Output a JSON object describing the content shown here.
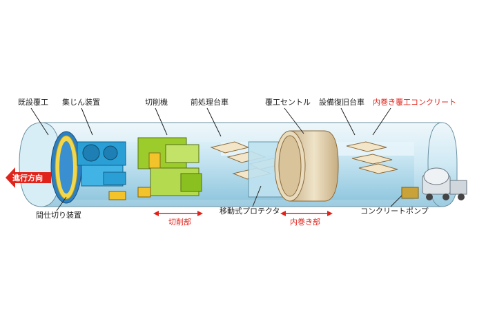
{
  "labels": {
    "existing_lining": "既設覆工",
    "dust_collector": "集じん装置",
    "cutter": "切削機",
    "pretreatment_cart": "前処理台車",
    "lining_centre": "覆工セントル",
    "equipment_restore_cart": "設備復旧台車",
    "inner_lining_concrete": "内巻き覆工コンクリート",
    "direction": "進行方向",
    "partition_device": "間仕切り装置",
    "cutting_section": "切削部",
    "mobile_protector": "移動式プロテクタ",
    "inner_lining_section": "内巻き部",
    "concrete_pump": "コンクリートポンプ"
  },
  "colors": {
    "highlight": "#e0241c",
    "tunnel": "#c7e6f2",
    "tunnel_inner": "#a9d8ec",
    "dust_collector": "#2a9fd6",
    "cutter": "#9ccc2c",
    "centre": "#e8d8b8",
    "arrow": "#e0241c"
  }
}
